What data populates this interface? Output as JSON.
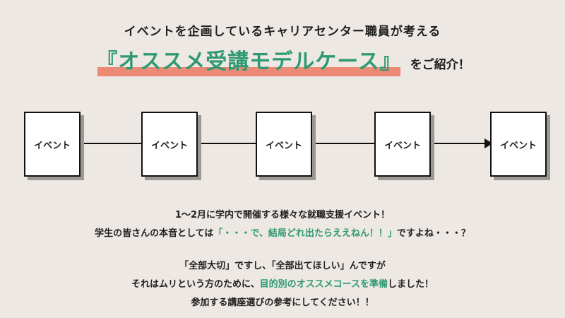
{
  "header": {
    "subtitle": "イベントを企画しているキャリアセンター職員が考える",
    "title": "『オススメ受講モデルケース』",
    "title_suffix": "をご紹介！"
  },
  "flow": {
    "boxes": [
      "イベント",
      "イベント",
      "イベント",
      "イベント",
      "イベント"
    ]
  },
  "body": {
    "line1": "1〜2月に学内で開催する様々な就職支援イベント！",
    "line2_pre": "学生の皆さんの本音としては",
    "line2_highlight": "「・・・で、結局どれ出たらええねん！！」",
    "line2_post": "ですよね・・・？",
    "line3": "「全部大切」ですし、「全部出てほしい」んですが",
    "line4_pre": "それはムリという方のために、",
    "line4_highlight": "目的別のオススメコースを準備",
    "line4_post": "しました！",
    "line5": "参加する講座選びの参考にしてください！！"
  },
  "colors": {
    "background": "#ede8e3",
    "accent_green": "#2f9a72",
    "highlight_coral": "#ec8a76"
  }
}
